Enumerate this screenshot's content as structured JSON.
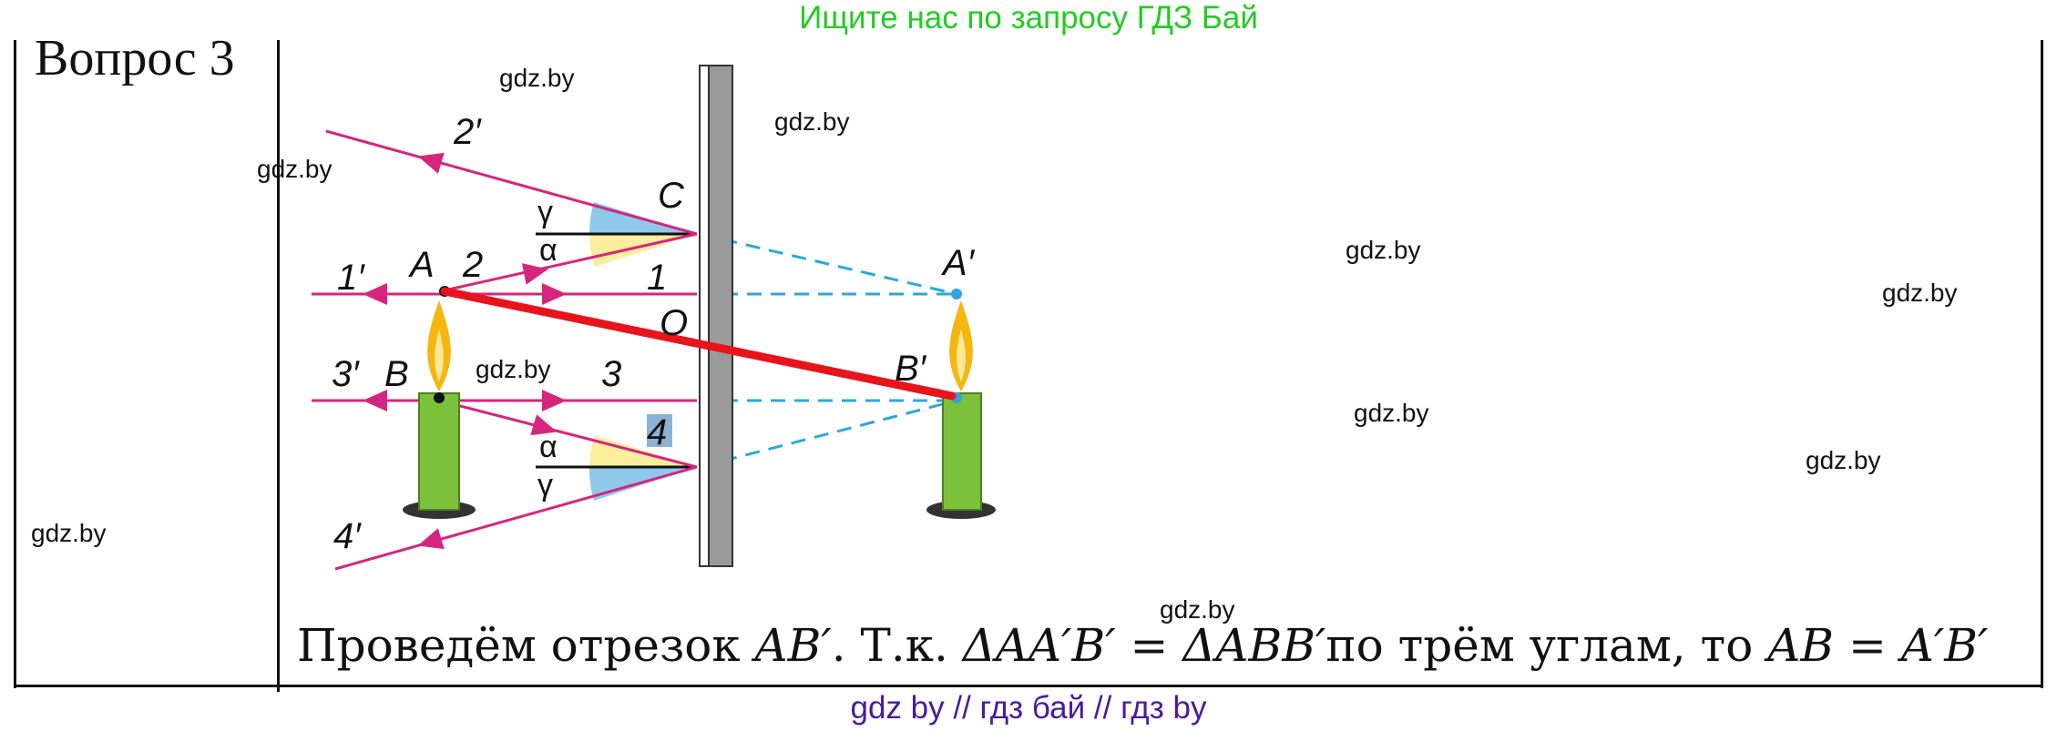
{
  "header": {
    "text": "Ищите нас по запросу ГДЗ Бай",
    "color": "#22cc22"
  },
  "footer": {
    "text": "gdz by  //  гдз бай  //  гдз by",
    "color": "#4b1a9c"
  },
  "question": {
    "title": "Вопрос 3"
  },
  "watermark": "gdz.by",
  "figure": {
    "labels": {
      "ray_1": "1",
      "ray_1p": "1′",
      "ray_2": "2",
      "ray_2p": "2′",
      "ray_3": "3",
      "ray_3p": "3′",
      "ray_4": "4",
      "ray_4p": "4′",
      "point_A": "A",
      "point_B": "B",
      "point_C": "C",
      "point_O": "O",
      "point_Ap": "A′",
      "point_Bp": "B′",
      "angle_alpha_top": "α",
      "angle_gamma_top": "γ",
      "angle_alpha_bottom": "α",
      "angle_gamma_bottom": "γ"
    },
    "colors": {
      "ray": "#d6257f",
      "dashed": "#2aa8dc",
      "segment": "#e8141c",
      "mirror": "#9a9a9a",
      "candle": "#7cc13b",
      "flame": "#f5b60f",
      "angle_gamma": "#8ec9ec",
      "angle_alpha": "#fbee9c"
    }
  },
  "answer": {
    "t1": "Проведём отрезок ",
    "m1": "AB′",
    "t2": ". Т.к. ",
    "m2": "ΔAA′B′ = ΔABB′",
    "t3": "по трём углам, то ",
    "m3": "AB = A′B′"
  }
}
